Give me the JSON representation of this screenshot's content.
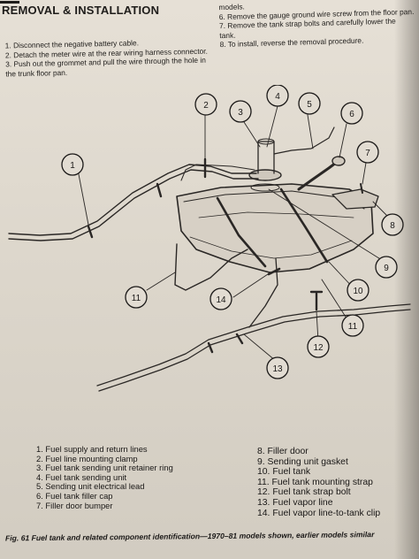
{
  "header": {
    "section_title": "REMOVAL & INSTALLATION"
  },
  "instructions_left": [
    "1. Disconnect the negative battery cable.",
    "2. Detach the meter wire at the rear wiring harness connector.",
    "3. Push out the grommet and pull the wire through the hole in",
    "the trunk floor pan."
  ],
  "instructions_right": [
    "models.",
    "6. Remove the gauge ground wire screw from the floor pan.",
    "7. Remove the tank strap bolts and carefully lower the",
    "tank.",
    "8. To install, reverse the removal procedure."
  ],
  "callouts": [
    "1",
    "2",
    "3",
    "4",
    "5",
    "6",
    "7",
    "8",
    "9",
    "10",
    "11",
    "11",
    "12",
    "13",
    "14"
  ],
  "legend_left": [
    "1. Fuel supply and return lines",
    "2. Fuel line mounting clamp",
    "3. Fuel tank sending unit retainer ring",
    "4. Fuel tank sending unit",
    "5. Sending unit electrical lead",
    "6. Fuel tank filler cap",
    "7. Filler door bumper"
  ],
  "legend_right": [
    "8. Filler door",
    "9. Sending unit gasket",
    "10. Fuel tank",
    "11. Fuel tank mounting strap",
    "12. Fuel tank strap bolt",
    "13. Fuel vapor line",
    "14. Fuel vapor line-to-tank clip"
  ],
  "caption": "Fig. 61 Fuel tank and related component identification—1970–81 models shown, earlier models similar",
  "colors": {
    "paper": "#e2dcd2",
    "ink": "#1a1817"
  }
}
